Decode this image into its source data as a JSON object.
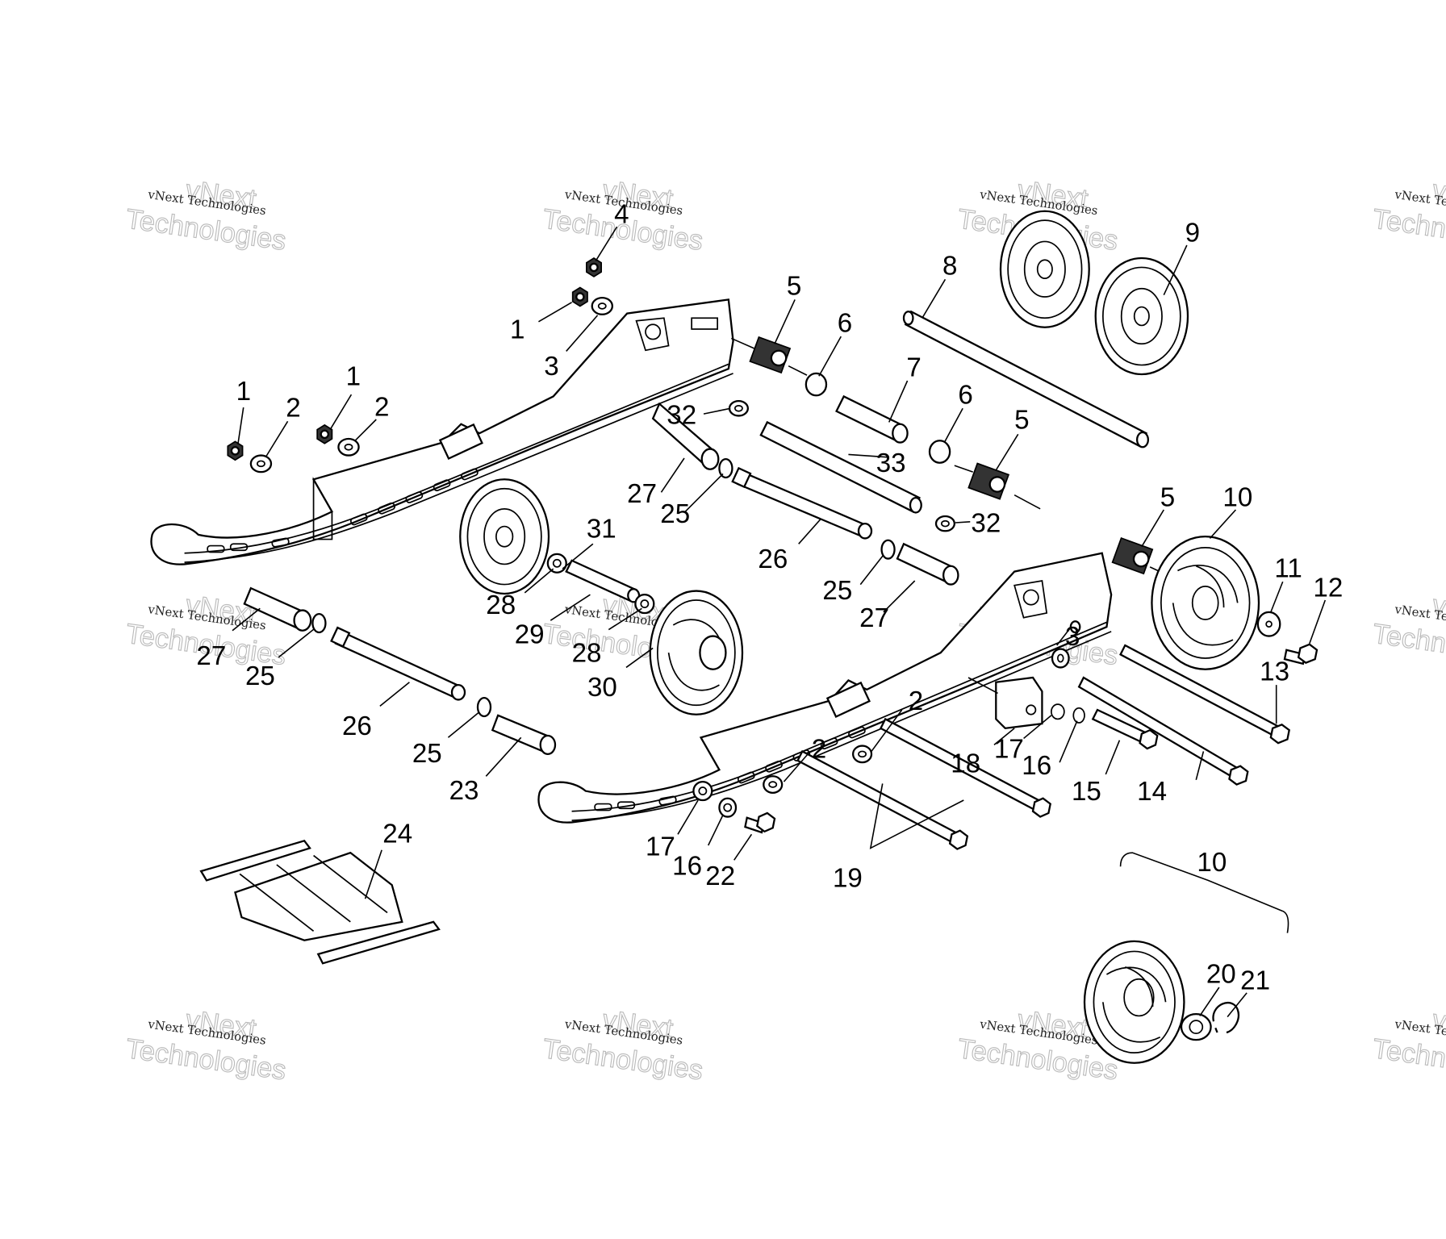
{
  "diagram": {
    "type": "exploded-parts-diagram",
    "subject": "snowmobile rear suspension rails",
    "watermark": {
      "small_text": "vNext Technologies",
      "big_line1": "vNext",
      "big_line2": "Technologies"
    },
    "callouts": [
      {
        "id": "c1a",
        "label": "1"
      },
      {
        "id": "c2a",
        "label": "2"
      },
      {
        "id": "c1b",
        "label": "1"
      },
      {
        "id": "c2b",
        "label": "2"
      },
      {
        "id": "c1c",
        "label": "1"
      },
      {
        "id": "c3",
        "label": "3"
      },
      {
        "id": "c4",
        "label": "4"
      },
      {
        "id": "c5a",
        "label": "5"
      },
      {
        "id": "c6a",
        "label": "6"
      },
      {
        "id": "c7",
        "label": "7"
      },
      {
        "id": "c6b",
        "label": "6"
      },
      {
        "id": "c5b",
        "label": "5"
      },
      {
        "id": "c8",
        "label": "8"
      },
      {
        "id": "c9",
        "label": "9"
      },
      {
        "id": "c32a",
        "label": "32"
      },
      {
        "id": "c27a",
        "label": "27"
      },
      {
        "id": "c25a",
        "label": "25"
      },
      {
        "id": "c33",
        "label": "33"
      },
      {
        "id": "c32b",
        "label": "32"
      },
      {
        "id": "c26a",
        "label": "26"
      },
      {
        "id": "c31",
        "label": "31"
      },
      {
        "id": "c28a",
        "label": "28"
      },
      {
        "id": "c29",
        "label": "29"
      },
      {
        "id": "c28b",
        "label": "28"
      },
      {
        "id": "c30",
        "label": "30"
      },
      {
        "id": "c25b",
        "label": "25"
      },
      {
        "id": "c27b",
        "label": "27"
      },
      {
        "id": "c5c",
        "label": "5"
      },
      {
        "id": "c10a",
        "label": "10"
      },
      {
        "id": "c11",
        "label": "11"
      },
      {
        "id": "c12",
        "label": "12"
      },
      {
        "id": "c13",
        "label": "13"
      },
      {
        "id": "c14",
        "label": "14"
      },
      {
        "id": "c15",
        "label": "15"
      },
      {
        "id": "c16a",
        "label": "16"
      },
      {
        "id": "c17a",
        "label": "17"
      },
      {
        "id": "c18",
        "label": "18"
      },
      {
        "id": "c3b",
        "label": "3"
      },
      {
        "id": "c2c",
        "label": "2"
      },
      {
        "id": "c2d",
        "label": "2"
      },
      {
        "id": "c27c",
        "label": "27"
      },
      {
        "id": "c25c",
        "label": "25"
      },
      {
        "id": "c26b",
        "label": "26"
      },
      {
        "id": "c25d",
        "label": "25"
      },
      {
        "id": "c23",
        "label": "23"
      },
      {
        "id": "c24",
        "label": "24"
      },
      {
        "id": "c17b",
        "label": "17"
      },
      {
        "id": "c16b",
        "label": "16"
      },
      {
        "id": "c22",
        "label": "22"
      },
      {
        "id": "c19",
        "label": "19"
      },
      {
        "id": "c10b",
        "label": "10"
      },
      {
        "id": "c20",
        "label": "20"
      },
      {
        "id": "c21",
        "label": "21"
      }
    ]
  }
}
